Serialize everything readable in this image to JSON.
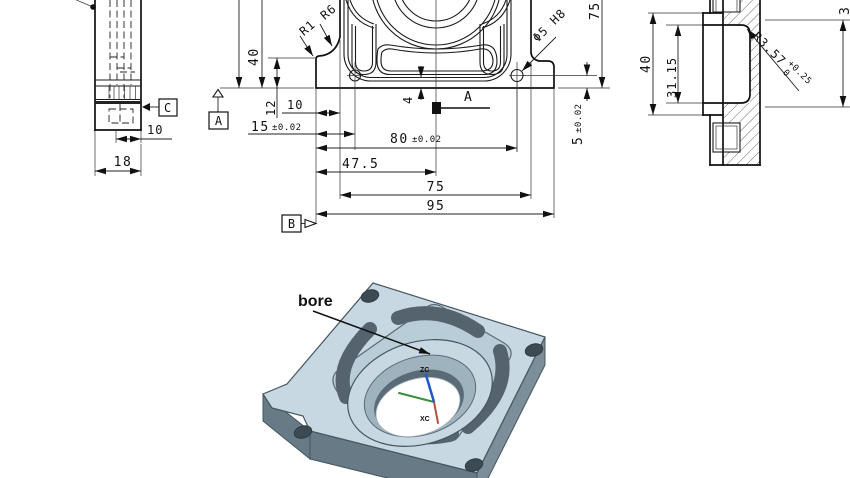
{
  "drawing": {
    "left_view": {
      "dim_10": "10",
      "dim_18": "18",
      "datum_c": "C"
    },
    "front_view": {
      "dim_40": "40",
      "dim_12": "12",
      "dim_10": "10",
      "dim_15_val": "15",
      "dim_15_tol": "±0.02",
      "dim_80_val": "80",
      "dim_80_tol": "±0.02",
      "dim_47_5": "47.5",
      "dim_75_bottom": "75",
      "dim_95": "95",
      "dim_4": "4",
      "dim_5_val": "5",
      "dim_5_tol": "±0.02",
      "dim_75_right": "75",
      "fillet_r1": "R1",
      "fillet_r6": "R6",
      "hole_callout": "Φ5 H8",
      "datum_a": "A",
      "datum_b": "B",
      "section_label": "A"
    },
    "section_view": {
      "dim_40": "40",
      "dim_31_15": "31.15",
      "radius_callout": "R3.57",
      "radius_tol_upper": "+0.25",
      "radius_tol_lower": "0",
      "dim_3_partial": "3"
    }
  },
  "model_3d": {
    "annotation": "bore",
    "axis_z": "ZC",
    "axis_x": "XC"
  },
  "colors": {
    "line": "#1a1a1a",
    "part_top": "#c7d8e2",
    "part_side_light": "#7b8e99",
    "part_side_dark": "#677a85",
    "pocket_wall": "#93a7b2",
    "slot": "#54636d",
    "counterbore": "#9fb3be",
    "bore_hole": "#ffffff",
    "background": "#ffffff"
  }
}
